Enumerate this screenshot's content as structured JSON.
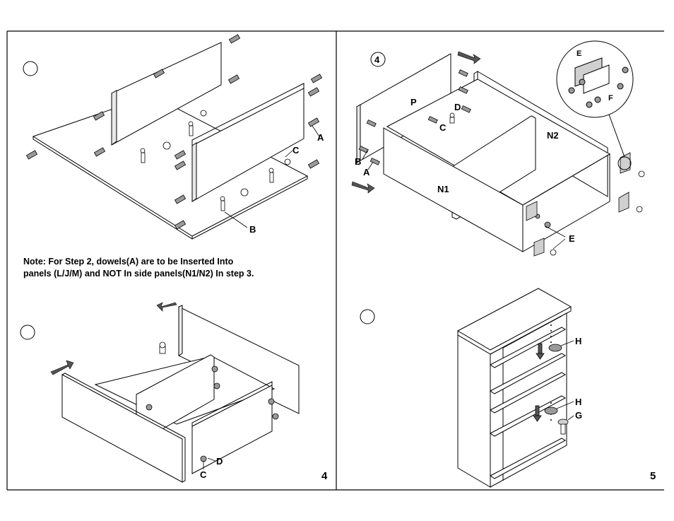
{
  "note": {
    "line1": "Note: For Step 2, dowels(A) are to be Inserted Into",
    "line2": "panels (L/J/M) and NOT In side panels(N1/N2) In step 3."
  },
  "step_label_top_right": "4",
  "panel_labels": {
    "p": "P",
    "n1": "N1",
    "n2": "N2"
  },
  "part_labels": {
    "a": "A",
    "b": "B",
    "c": "C",
    "d": "D",
    "e": "E",
    "f": "F",
    "g": "G",
    "h": "H"
  },
  "page_numbers": {
    "left": "4",
    "right": "5"
  }
}
